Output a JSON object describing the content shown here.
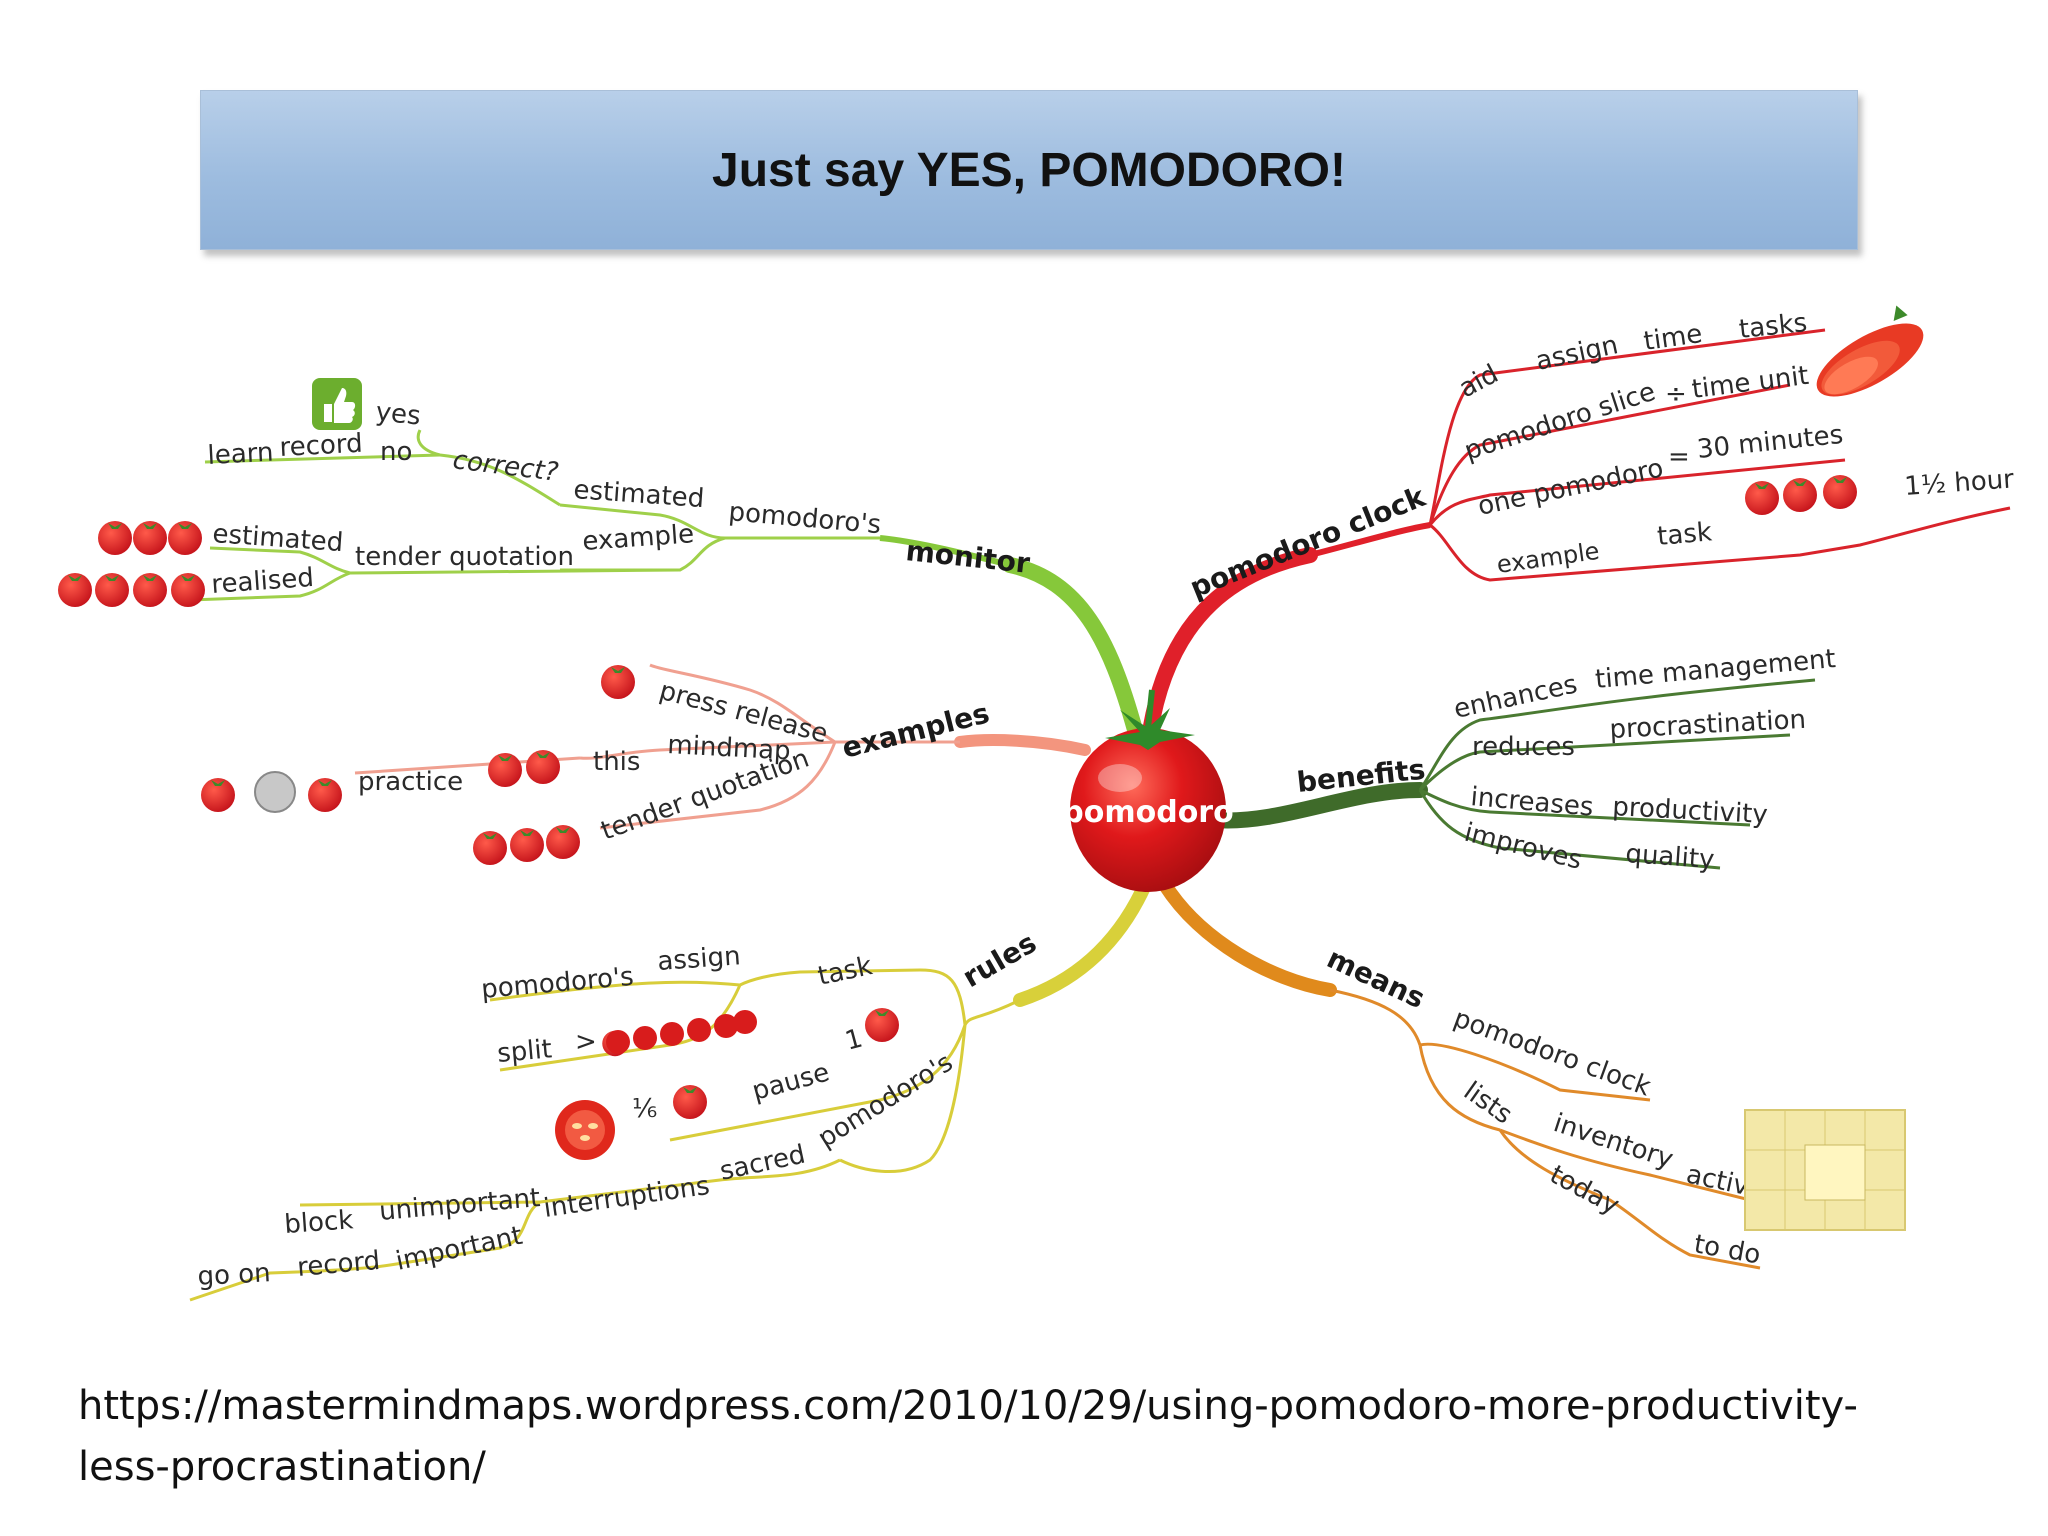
{
  "title": "Just say YES, POMODORO!",
  "center": "pomodoro",
  "branches": {
    "monitor": {
      "label": "monitor",
      "nodes": [
        "pomodoro's",
        "estimated",
        "correct?",
        "yes",
        "no",
        "record",
        "learn",
        "example",
        "tender quotation",
        "estimated",
        "realised"
      ]
    },
    "pomodoro_clock": {
      "label": "pomodoro clock",
      "nodes": [
        "aid",
        "assign",
        "time",
        "tasks",
        "pomodoro slice",
        "÷",
        "time unit",
        "one pomodoro",
        "=",
        "30 minutes",
        "example",
        "task",
        "1½ hour"
      ]
    },
    "examples": {
      "label": "examples",
      "nodes": [
        "press release",
        "mindmap",
        "this",
        "practice",
        "tender quotation"
      ]
    },
    "benefits": {
      "label": "benefits",
      "nodes": [
        "enhances",
        "time management",
        "reduces",
        "procrastination",
        "increases",
        "productivity",
        "improves",
        "quality"
      ]
    },
    "rules": {
      "label": "rules",
      "nodes": [
        "task",
        "assign",
        "pomodoro's",
        "split",
        ">",
        "1",
        "pause",
        "⅙",
        "pomodoro's",
        "sacred",
        "interruptions",
        "unimportant",
        "block",
        "important",
        "record",
        "go on"
      ]
    },
    "means": {
      "label": "means",
      "nodes": [
        "pomodoro clock",
        "lists",
        "inventory",
        "activities",
        "today",
        "to do"
      ]
    }
  },
  "colors": {
    "monitor": "#8ccf3c",
    "pomodoro_clock": "#e0202a",
    "examples": "#f0907a",
    "benefits": "#3f6b2a",
    "rules": "#d9cf3a",
    "means": "#e08a1c",
    "tomato": "#d81c1c"
  },
  "source_url": {
    "line1": "https://mastermindmaps.wordpress.com/2010/10/29/using-pomodoro-more-productivity-",
    "line2": "less-procrastination/"
  }
}
